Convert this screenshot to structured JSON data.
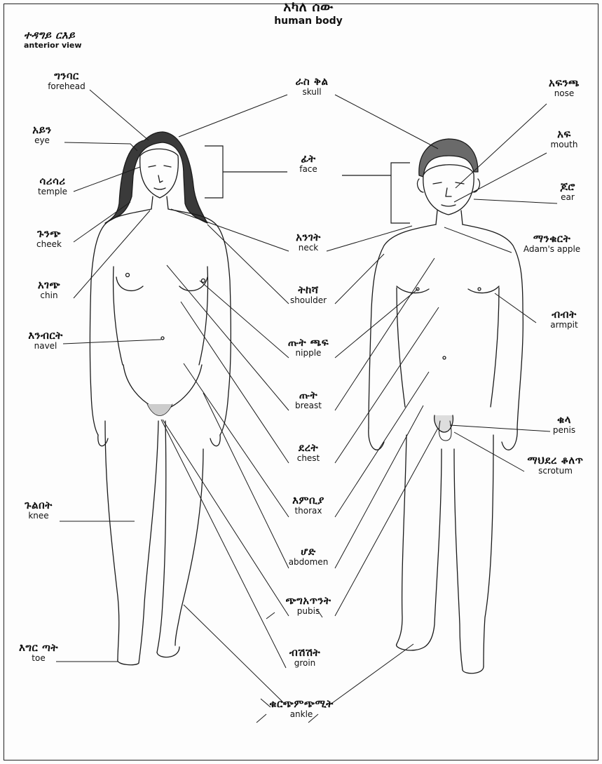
{
  "title": {
    "am": "አካለ ሰው",
    "en": "human body"
  },
  "subtitle": {
    "am": "ተዳግይ ርእይ",
    "en": "anterior view"
  },
  "labels": {
    "forehead": {
      "am": "ግንባር",
      "en": "forehead"
    },
    "eye": {
      "am": "አይን",
      "en": "eye"
    },
    "temple": {
      "am": "ሳሪሳሪ",
      "en": "temple"
    },
    "cheek": {
      "am": "ጉንጭ",
      "en": "cheek"
    },
    "chin": {
      "am": "አገጭ",
      "en": "chin"
    },
    "navel": {
      "am": "እንብርት",
      "en": "navel"
    },
    "knee": {
      "am": "ጉልበት",
      "en": "knee"
    },
    "toe": {
      "am": "እግር ጣት",
      "en": "toe"
    },
    "skull": {
      "am": "ራስ ቅል",
      "en": "skull"
    },
    "face": {
      "am": "ፊት",
      "en": "face"
    },
    "neck": {
      "am": "አንገት",
      "en": "neck"
    },
    "shoulder": {
      "am": "ትከሻ",
      "en": "shoulder"
    },
    "nipple": {
      "am": "ጡት ጫፍ",
      "en": "nipple"
    },
    "breast": {
      "am": "ጡት",
      "en": "breast"
    },
    "chest": {
      "am": "ደረት",
      "en": "chest"
    },
    "thorax": {
      "am": "እምቢያ",
      "en": "thorax"
    },
    "abdomen": {
      "am": "ሆድ",
      "en": "abdomen"
    },
    "pubis": {
      "am": "ጭግአጥንት",
      "en": "pubis"
    },
    "groin": {
      "am": "ብሽሽት",
      "en": "groin"
    },
    "ankle": {
      "am": "ቁርጭምጭሚት",
      "en": "ankle"
    },
    "nose": {
      "am": "አፍንጫ",
      "en": "nose"
    },
    "mouth": {
      "am": "አፍ",
      "en": "mouth"
    },
    "ear": {
      "am": "ጆሮ",
      "en": "ear"
    },
    "adams_apple": {
      "am": "ማንቁርት",
      "en": "Adam's apple"
    },
    "armpit": {
      "am": "ብብት",
      "en": "armpit"
    },
    "penis": {
      "am": "ቁላ",
      "en": "penis"
    },
    "scrotum": {
      "am": "ማህደረ ቆለጥ",
      "en": "scrotum"
    }
  },
  "colors": {
    "line": "#1a1a1a",
    "hair": "#3a3a3a",
    "hair_male": "#6a6a6a"
  }
}
